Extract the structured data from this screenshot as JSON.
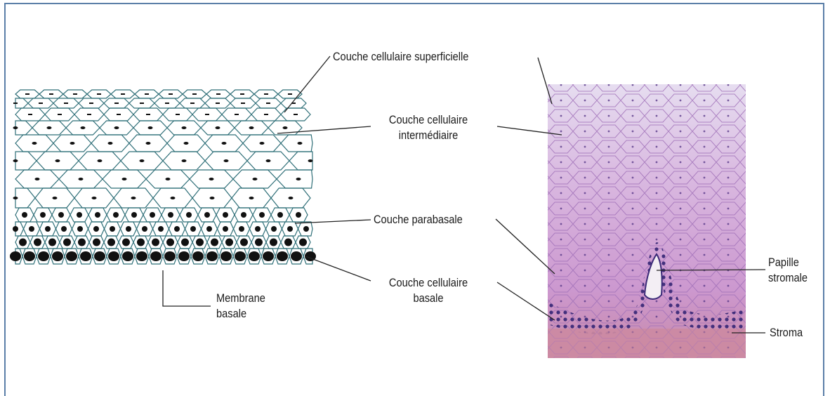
{
  "labels": {
    "superficial": "Couche cellulaire superficielle",
    "intermediate": [
      "Couche cellulaire",
      "intermédiaire"
    ],
    "parabasal": "Couche parabasale",
    "basal": [
      "Couche cellulaire",
      "basale"
    ],
    "membrane": [
      "Membrane",
      "basale"
    ],
    "papilla": [
      "Papille",
      "stromale"
    ],
    "stroma": "Stroma"
  },
  "colors": {
    "frame": "#5b7fa8",
    "cell_outline": "#2f6f78",
    "nucleus": "#111111",
    "tissue_pink": "#d6a6d6",
    "tissue_dark": "#4a2f7a",
    "leader_line": "#222222"
  }
}
